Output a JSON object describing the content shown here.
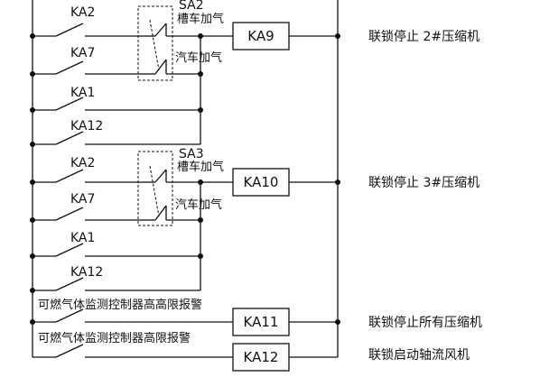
{
  "diagram": {
    "contacts": {
      "ka2_a": "KA2",
      "ka7_a": "KA7",
      "ka1_a": "KA1",
      "ka12_a": "KA12",
      "ka2_b": "KA2",
      "ka7_b": "KA7",
      "ka1_b": "KA1",
      "ka12_b": "KA12",
      "gas_high_high": "可燃气体监测控制器高高限报警",
      "gas_high": "可燃气体监测控制器高限报警"
    },
    "switches": {
      "sa2": "SA2",
      "sa2_tank": "槽车加气",
      "sa2_car": "汽车加气",
      "sa3": "SA3",
      "sa3_tank": "槽车加气",
      "sa3_car": "汽车加气"
    },
    "coils": {
      "ka9": "KA9",
      "ka10": "KA10",
      "ka11": "KA11",
      "ka12": "KA12"
    },
    "descriptions": {
      "ka9": "联锁停止 2#压缩机",
      "ka10": "联锁停止 3#压缩机",
      "ka11": "联锁停止所有压缩机",
      "ka12": "联锁启动轴流风机"
    }
  }
}
